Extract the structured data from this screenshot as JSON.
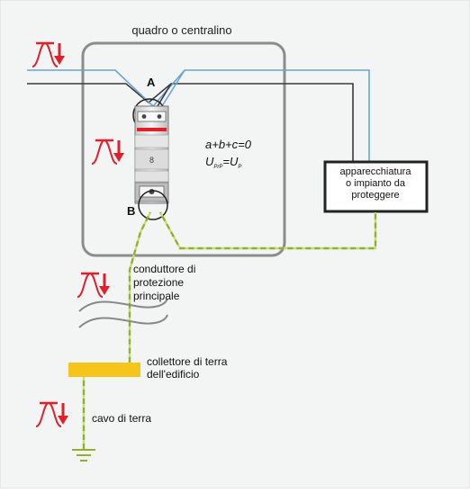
{
  "diagram": {
    "panel_label": "quadro o centralino",
    "point_a": "A",
    "point_b": "B",
    "formula_1": "a+b+c=0",
    "formula_2_u": "U",
    "formula_2_sub": "PrP",
    "formula_2_eq": "=U",
    "formula_2_sub2": "P",
    "device_label": [
      "apparecchiatura",
      "o impianto da",
      "proteggere"
    ],
    "protection_conductor_label": [
      "conduttore di",
      "protezione",
      "principale"
    ],
    "earth_collector_label": [
      "collettore di terra",
      "dell'edificio"
    ],
    "earth_cable_label": "cavo di terra"
  },
  "colors": {
    "background": "#f3f4f4",
    "line_phase": "#3a3a3a",
    "line_neutral": "#6ba3d6",
    "line_earth": "#a6c63c",
    "pulse": "#e0202a",
    "collector": "#f5c51b",
    "box_stroke": "#8c8c8c",
    "device_stroke": "#222222"
  }
}
